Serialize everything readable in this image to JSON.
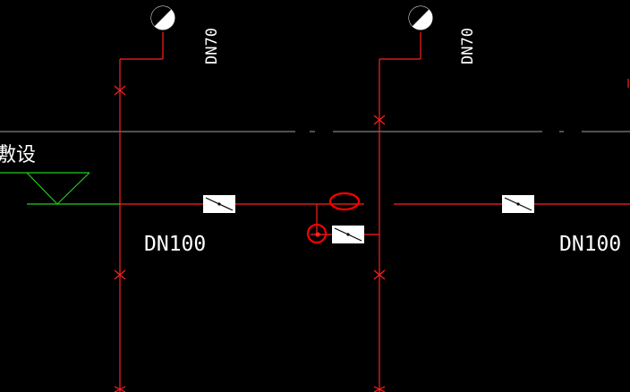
{
  "colors": {
    "background": "#000000",
    "pipe": "#ff2020",
    "ground": "#22cc22",
    "axis": "#9aa0a6",
    "text": "#ffffff",
    "highlight": "#ff0000"
  },
  "labels": {
    "riser_left_size": "DN70",
    "riser_right_size": "DN70",
    "main_left_size": "DN100",
    "main_right_size": "DN100",
    "cut_text": "敷设"
  },
  "icons": [
    "vent-cap-icon",
    "valve-icon",
    "elevation-marker-icon"
  ]
}
